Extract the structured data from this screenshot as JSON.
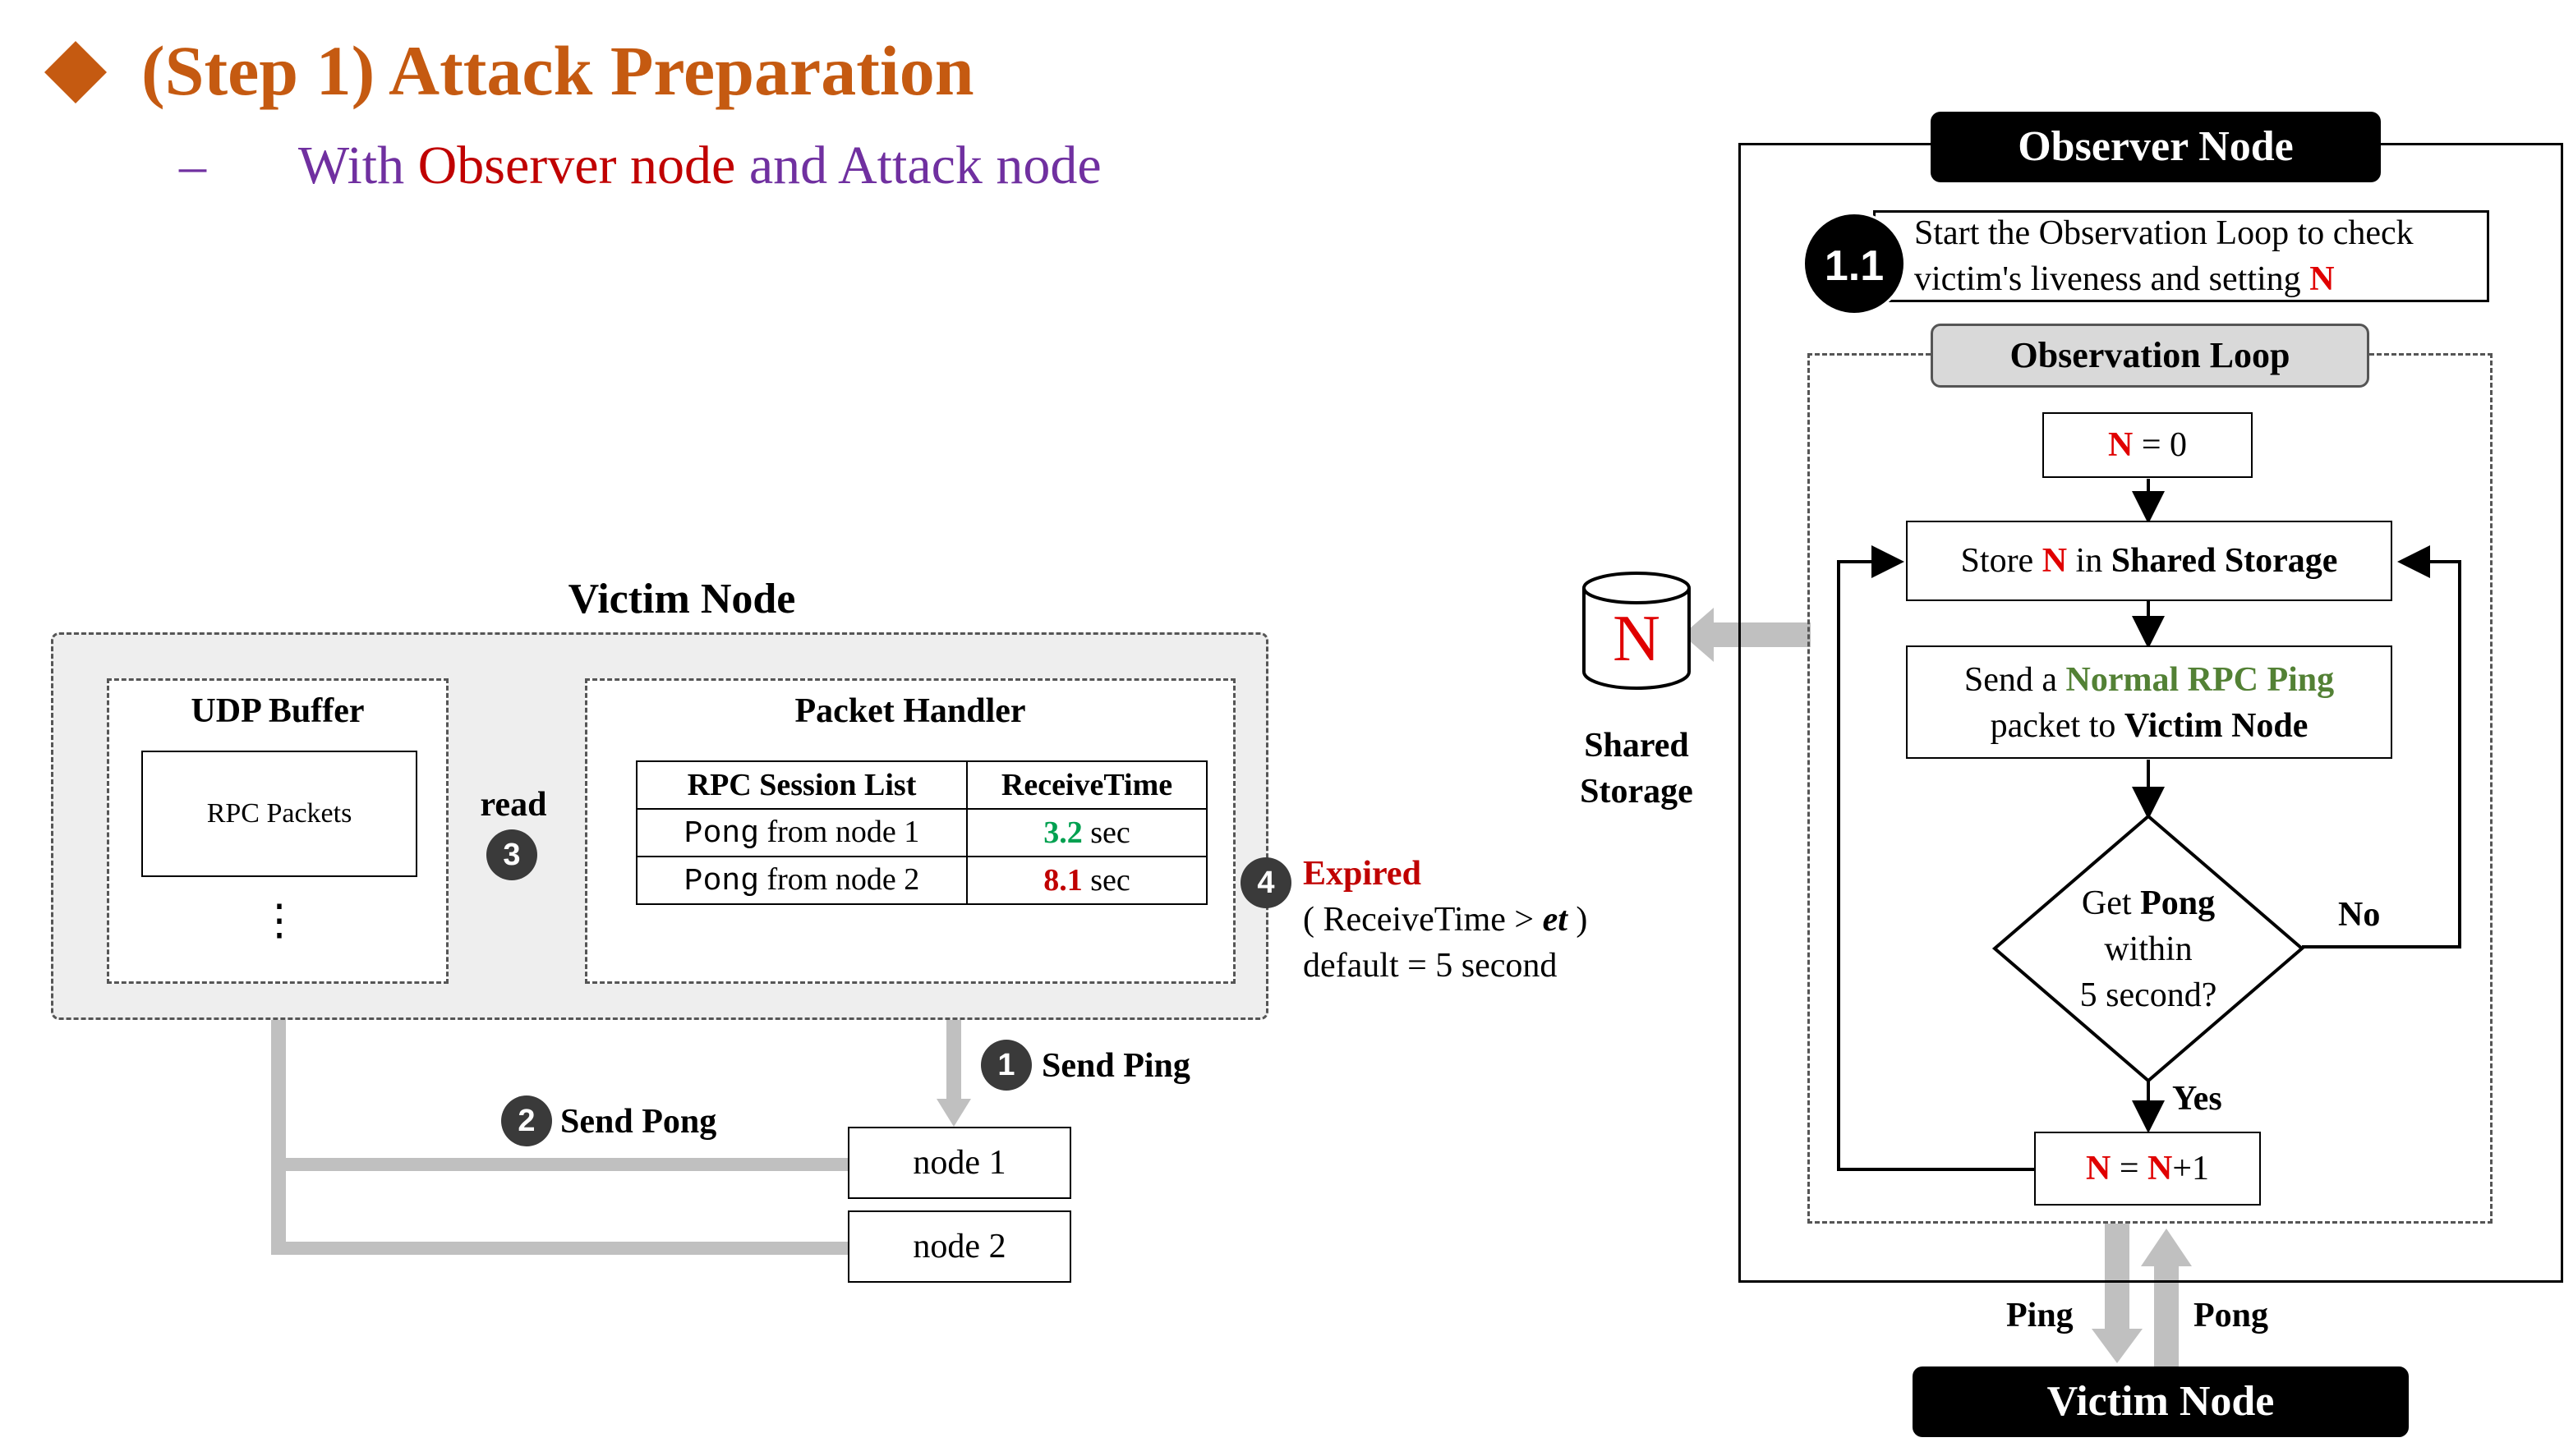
{
  "header": {
    "title": "(Step 1) Attack Preparation",
    "dash": "–",
    "sub_with": "With",
    "sub_observer": "Observer node",
    "sub_and": "and",
    "sub_attack": "Attack node"
  },
  "victim": {
    "title": "Victim Node",
    "udp_title": "UDP Buffer",
    "rpc_packets": "RPC Packets",
    "vdots": "⋮",
    "handler_title": "Packet Handler",
    "col1": "RPC Session List",
    "col2": "ReceiveTime",
    "rows": [
      {
        "mono": "Pong",
        "rest": " from node 1",
        "time": "3.2",
        "unit": " sec"
      },
      {
        "mono": "Pong",
        "rest": " from node 2",
        "time": "8.1",
        "unit": " sec"
      }
    ],
    "read": "read",
    "step3": "3",
    "step4": "4",
    "expired": "Expired",
    "cond_open": "( ReceiveTime > ",
    "cond_et": "et",
    "cond_close": " )",
    "default": "default = 5 second",
    "step1": "1",
    "send_ping": "Send Ping",
    "step2": "2",
    "send_pong": "Send Pong",
    "node1": "node 1",
    "node2": "node 2"
  },
  "observer": {
    "title": "Observer Node",
    "step_badge": "1.1",
    "step_line1": "Start the Observation Loop to check",
    "step_line2_pre": "victim's liveness and setting ",
    "step_N": "N",
    "loop_title": "Observation Loop",
    "n0_N": "N",
    "n0_rest": " = 0",
    "store_pre": "Store ",
    "store_N": "N",
    "store_in": " in ",
    "store_bold": "Shared Storage",
    "send_a": "Send a ",
    "send_green": "Normal RPC Ping",
    "send_line2_pre": "packet  to ",
    "send_line2_bold": "Victim Node",
    "decision_get": "Get ",
    "decision_pong": "Pong",
    "decision_within": "within",
    "decision_5": "5 second?",
    "no": "No",
    "yes": "Yes",
    "inc_N1": "N",
    "inc_eq": " = ",
    "inc_N2": "N",
    "inc_plus": "+1",
    "storage_letter": "N",
    "storage_l1": "Shared",
    "storage_l2": "Storage",
    "ping": "Ping",
    "pong": "Pong",
    "victim_bar": "Victim Node"
  },
  "colors": {
    "orange": "#c55a11",
    "purple": "#7030a0",
    "red": "#e00000",
    "green": "#538135",
    "arrow_gray": "#c0c0c0"
  }
}
